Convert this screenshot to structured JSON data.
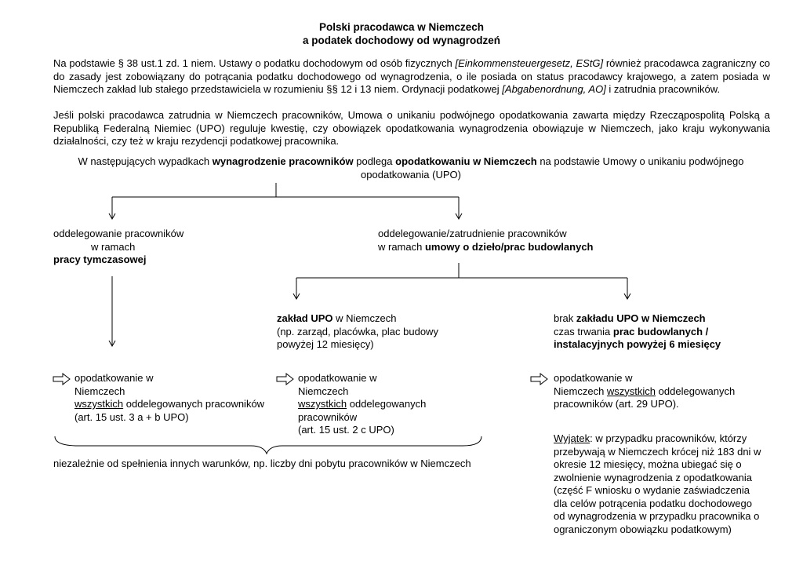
{
  "title": {
    "line1": "Polski pracodawca w Niemczech",
    "line2": "a podatek dochodowy od wynagrodzeń"
  },
  "intro": {
    "p1_a": "Na podstawie § 38 ust.1 zd. 1 niem. Ustawy o podatku dochodowym od osób fizycznych ",
    "p1_law": "[Einkommensteuergesetz, EStG]",
    "p1_b": " również pracodawca zagraniczny co do zasady jest zobowiązany do potrącania podatku dochodowego od wynagrodzenia, o ile posiada on status pracodawcy krajowego, a zatem posiada w Niemczech zakład lub stałego przedstawiciela w rozumieniu §§ 12 i 13 niem. Ordynacji podatkowej ",
    "p1_ao": "[Abgabenordnung, AO]",
    "p1_c": " i zatrudnia pracowników.",
    "p2": "Jeśli polski pracodawca zatrudnia w Niemczech pracowników, Umowa o unikaniu podwójnego opodatkowania zawarta między Rzecząpospolitą Polską a Republiką Federalną Niemiec (UPO) reguluje kwestię, czy obowiązek opodatkowania wynagrodzenia obowiązuje w Niemczech, jako kraju wykonywania działalności, czy też w kraju rezydencji podatkowej pracownika."
  },
  "header": {
    "a": "W następujących wypadkach ",
    "b": "wynagrodzenie pracowników",
    "c": " podlega ",
    "d": "opodatkowaniu w Niemczech",
    "e": " na podstawie Umowy o unikaniu podwójnego opodatkowania (UPO)"
  },
  "branch_left": {
    "line1": "oddelegowanie pracowników",
    "line2": "w ramach",
    "line3": "pracy tymczasowej"
  },
  "branch_right": {
    "line1": "oddelegowanie/zatrudnienie pracowników",
    "line2a": "w ramach ",
    "line2b": "umowy o dzieło/prac budowlanych"
  },
  "zaklad": {
    "a": "zakład UPO",
    "b": " w Niemczech",
    "line2": "(np. zarząd, placówka, plac budowy",
    "line3": "powyżej 12 miesięcy)"
  },
  "brak": {
    "a": "brak ",
    "b": "zakładu UPO w Niemczech",
    "line2a": "czas trwania ",
    "line2b": "prac budowlanych /",
    "line3": "instalacyjnych powyżej 6 miesięcy"
  },
  "result1": {
    "line1": "opodatkowanie w",
    "line2": "Niemczech",
    "line3a": "wszystkich",
    "line3b": " oddelegowanych pracowników",
    "line4": "(art. 15 ust. 3 a + b UPO)"
  },
  "result2": {
    "line1": "opodatkowanie w",
    "line2": "Niemczech",
    "line3": "wszystkich",
    "line3b": " oddelegowanych",
    "line4": "pracowników",
    "line5": "(art. 15 ust. 2 c UPO)"
  },
  "result3": {
    "line1": "opodatkowanie w",
    "line2a": "Niemczech ",
    "line2b": "wszystkich",
    "line2c": " oddelegowanych",
    "line3": "pracowników (art. 29 UPO)."
  },
  "footnote": "niezależnie od spełnienia innych warunków, np. liczby dni pobytu pracowników w Niemczech",
  "exception": {
    "label": "Wyjątek",
    "lines": [
      ": w przypadku pracowników, którzy",
      "przebywają w Niemczech krócej niż 183 dni w",
      "okresie 12 miesięcy, można ubiegać się o",
      "zwolnienie wynagrodzenia z opodatkowania",
      "(część F wniosku o wydanie zaświadczenia",
      "dla celów potrącenia podatku dochodowego",
      "od wynagrodzenia w przypadku pracownika o",
      "ograniczonym obowiązku podatkowym)"
    ]
  }
}
